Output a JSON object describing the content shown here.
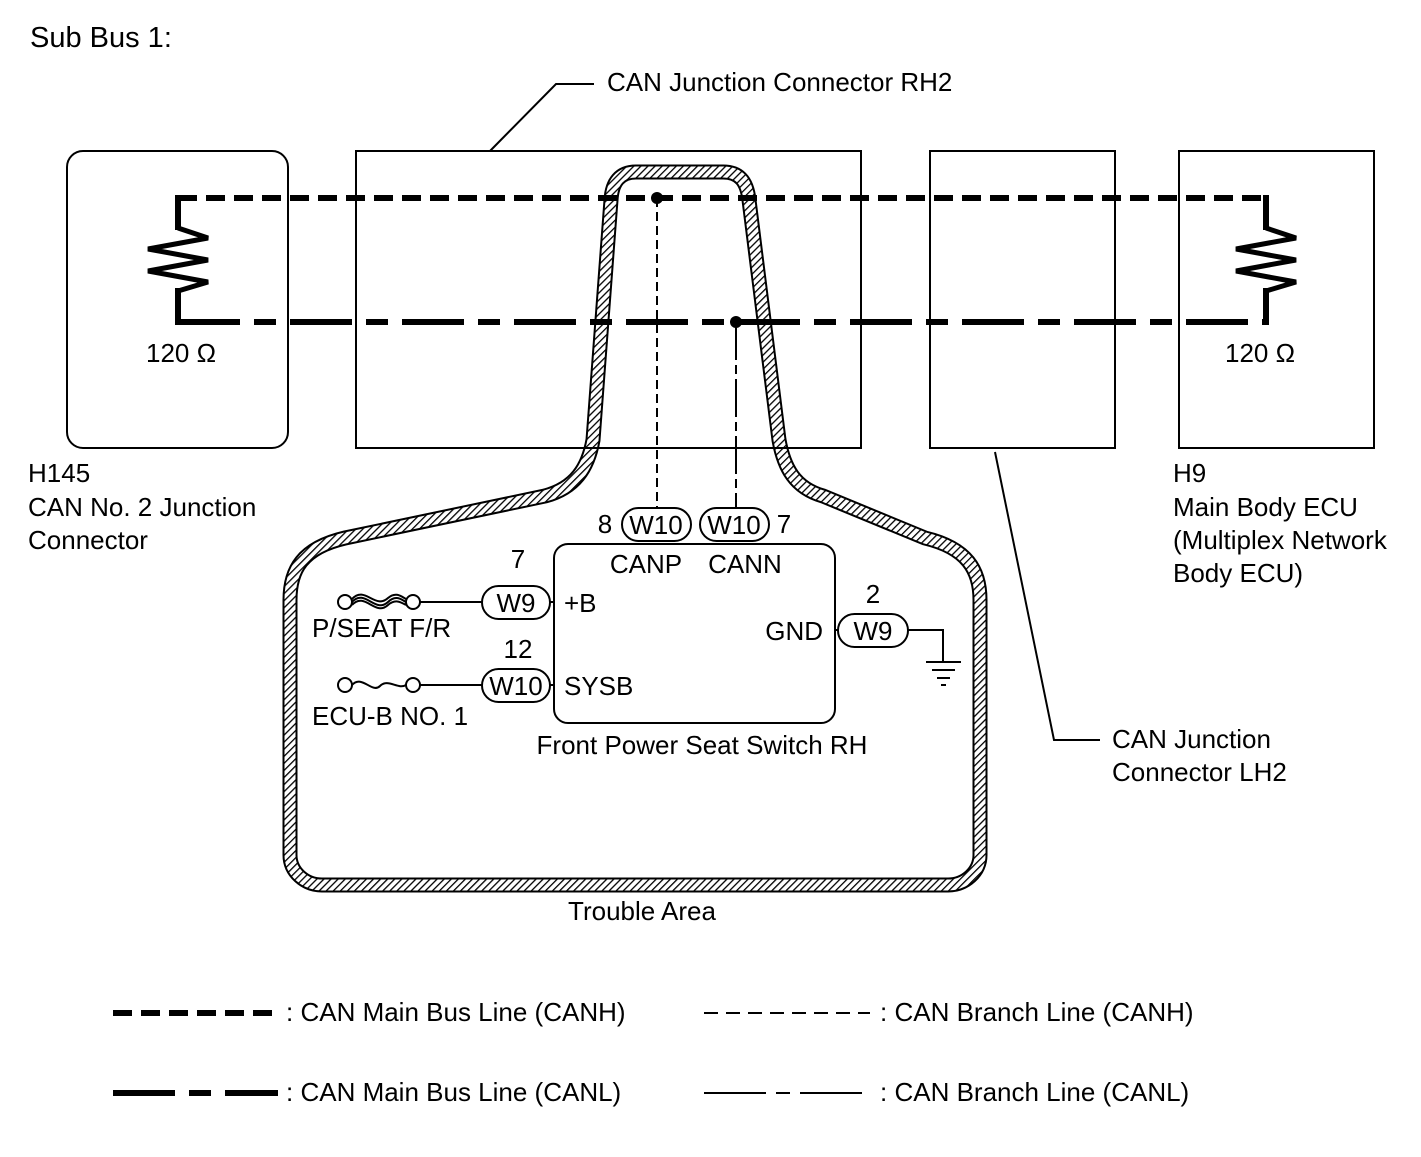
{
  "title": "Sub Bus 1:",
  "junction_rh2": {
    "label": "CAN Junction Connector RH2"
  },
  "junction_lh2": {
    "line1": "CAN Junction",
    "line2": "Connector LH2"
  },
  "h145": {
    "code": "H145",
    "line1": "CAN No. 2 Junction",
    "line2": "Connector",
    "resistance": "120 Ω"
  },
  "h9": {
    "code": "H9",
    "line1": "Main Body ECU",
    "line2": "(Multiplex Network",
    "line3": "Body ECU)",
    "resistance": "120 Ω"
  },
  "switch": {
    "name": "Front Power Seat Switch RH",
    "pins": {
      "canp": {
        "num": "8",
        "conn": "W10",
        "label": "CANP"
      },
      "cann": {
        "num": "7",
        "conn": "W10",
        "label": "CANN"
      },
      "b": {
        "num": "7",
        "conn": "W9",
        "label": "+B"
      },
      "sysb": {
        "num": "12",
        "conn": "W10",
        "label": "SYSB"
      },
      "gnd": {
        "num": "2",
        "conn": "W9",
        "label": "GND"
      }
    },
    "fuses": {
      "pseat": "P/SEAT F/R",
      "ecub": "ECU-B NO. 1"
    }
  },
  "trouble_area": "Trouble Area",
  "legend": {
    "main_canh": ": CAN Main Bus Line (CANH)",
    "branch_canh": ": CAN Branch Line (CANH)",
    "main_canl": ": CAN Main Bus Line (CANL)",
    "branch_canl": ": CAN Branch Line (CANL)"
  }
}
